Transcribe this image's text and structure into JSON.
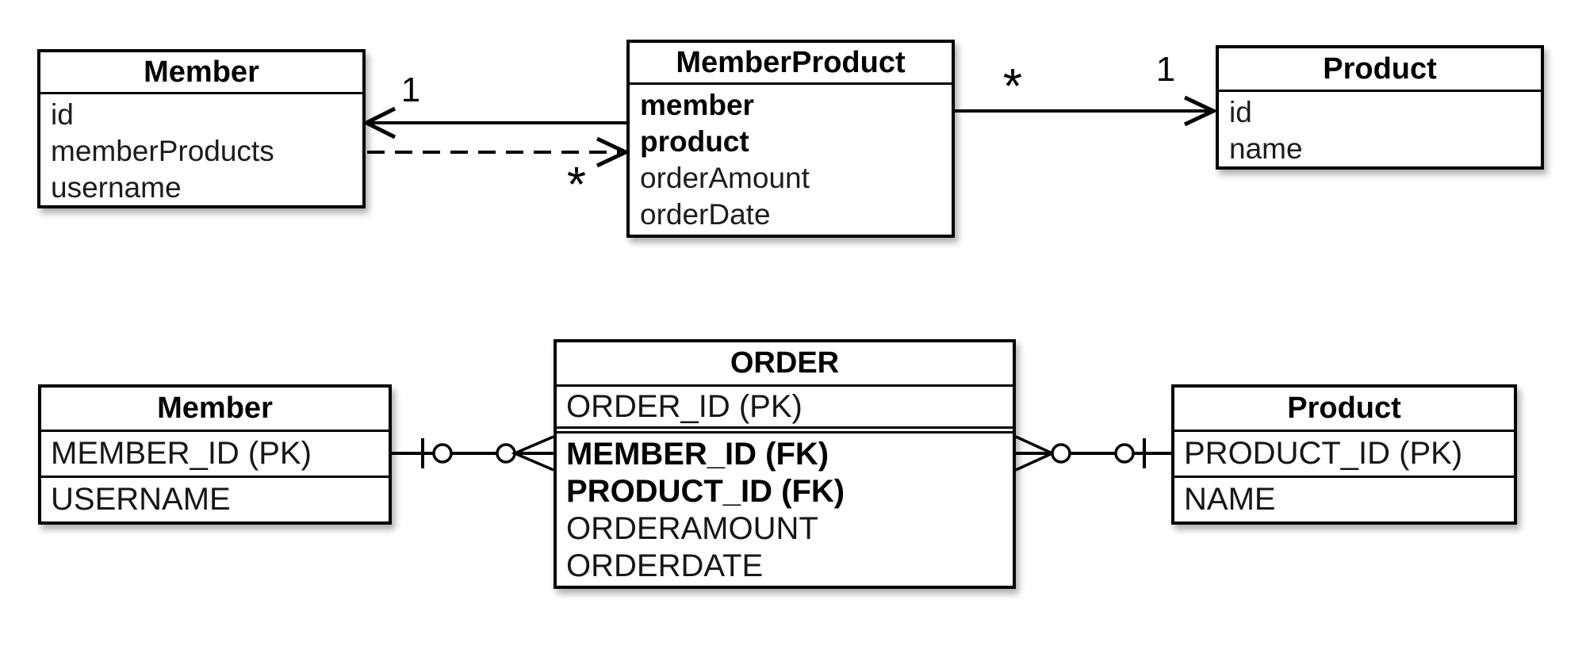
{
  "diagram": {
    "background_color": "#ffffff",
    "line_color": "#000000"
  },
  "uml": {
    "member": {
      "title": "Member",
      "fields": [
        "id",
        "memberProducts",
        "username"
      ]
    },
    "member_product": {
      "title": "MemberProduct",
      "fields": [
        "member",
        "product",
        "orderAmount",
        "orderDate"
      ]
    },
    "product": {
      "title": "Product",
      "fields": [
        "id",
        "name"
      ]
    },
    "labels": {
      "member_side_one": "1",
      "memberproduct_side_many": "*",
      "memberproduct_side_many_right": "*",
      "product_side_one": "1"
    }
  },
  "er": {
    "member": {
      "title": "Member",
      "rows": [
        "MEMBER_ID (PK)",
        "USERNAME"
      ]
    },
    "order": {
      "title": "ORDER",
      "pk_row": "ORDER_ID (PK)",
      "rows": [
        "MEMBER_ID (FK)",
        "PRODUCT_ID (FK)",
        "ORDERAMOUNT",
        "ORDERDATE"
      ]
    },
    "product": {
      "title": "Product",
      "rows": [
        "PRODUCT_ID (PK)",
        "NAME"
      ]
    }
  }
}
